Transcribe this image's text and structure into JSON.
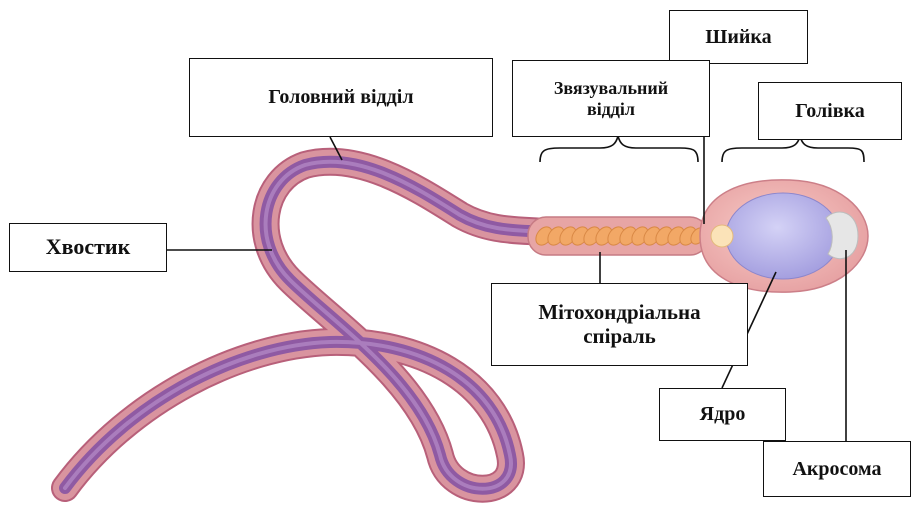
{
  "labels": {
    "neck": "Шийка",
    "head_section": "Головний відділ",
    "connecting_line1": "Звязувальний",
    "connecting_line2": "відділ",
    "head": "Голівка",
    "tail": "Хвостик",
    "mito_line1": "Мітохондріальна",
    "mito_line2": "спіраль",
    "nucleus": "Ядро",
    "acrosome": "Акросома"
  },
  "colors": {
    "tail_outer": "#cf8a9a",
    "tail_inner": "#8a4a9a",
    "head_fill": "#f1b4b0",
    "nucleus_fill": "#b7b2ec",
    "acrosome_fill": "#dcdcdc",
    "helix": "#f0a060",
    "line": "#111111"
  }
}
